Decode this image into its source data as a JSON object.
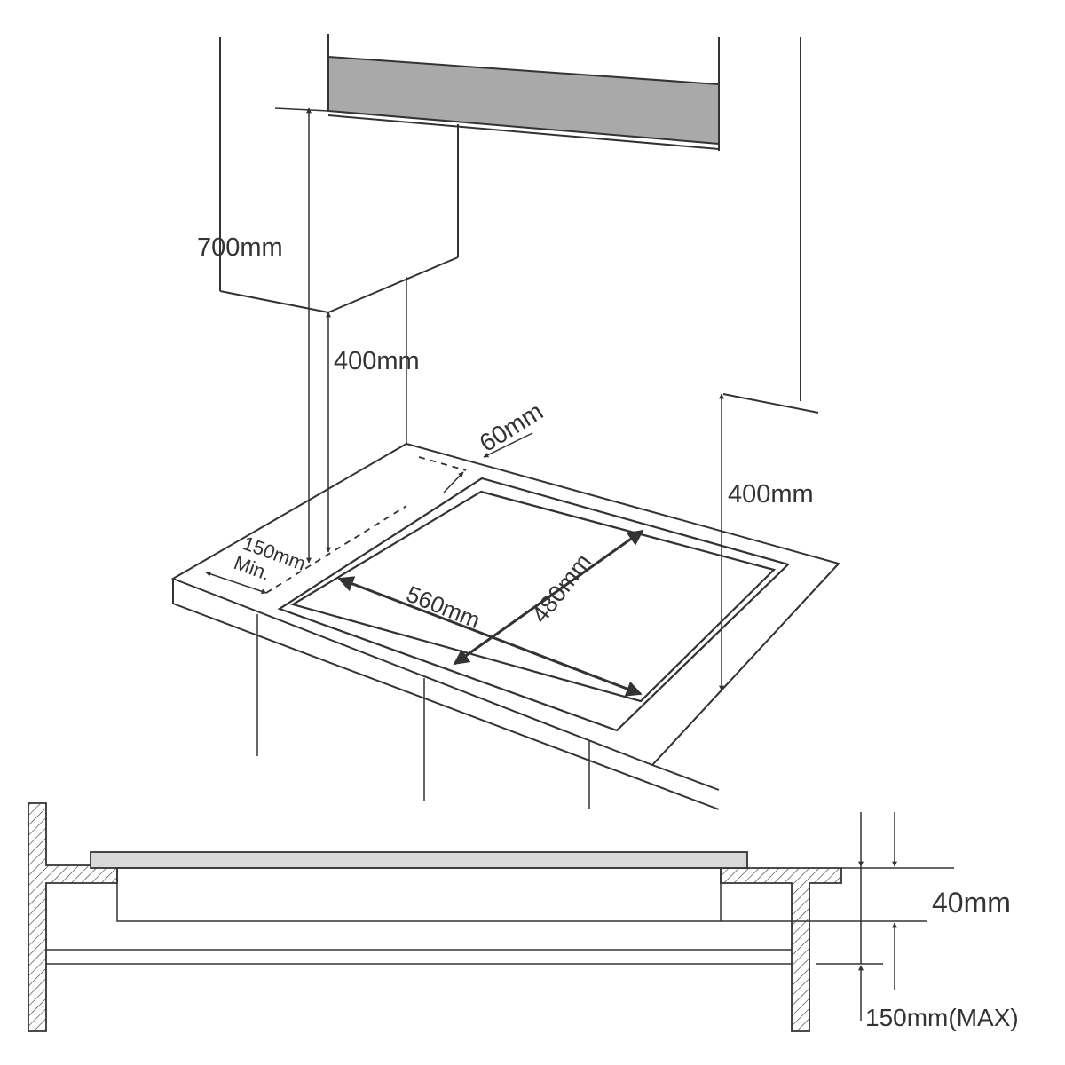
{
  "labels": {
    "hood_height": "700mm",
    "hood_to_counter_left": "400mm",
    "side_wall_to_counter_right": "400mm",
    "back_clearance": "60mm",
    "side_clearance_line1": "150mm",
    "side_clearance_line2": "Min.",
    "cutout_width": "560mm",
    "cutout_depth": "480mm",
    "countertop_thickness": "40mm",
    "below_clearance": "150mm(MAX)"
  },
  "colors": {
    "line": "#333333",
    "hood_fill": "#a9a9a9",
    "hob_fill": "#d9d9d9"
  }
}
